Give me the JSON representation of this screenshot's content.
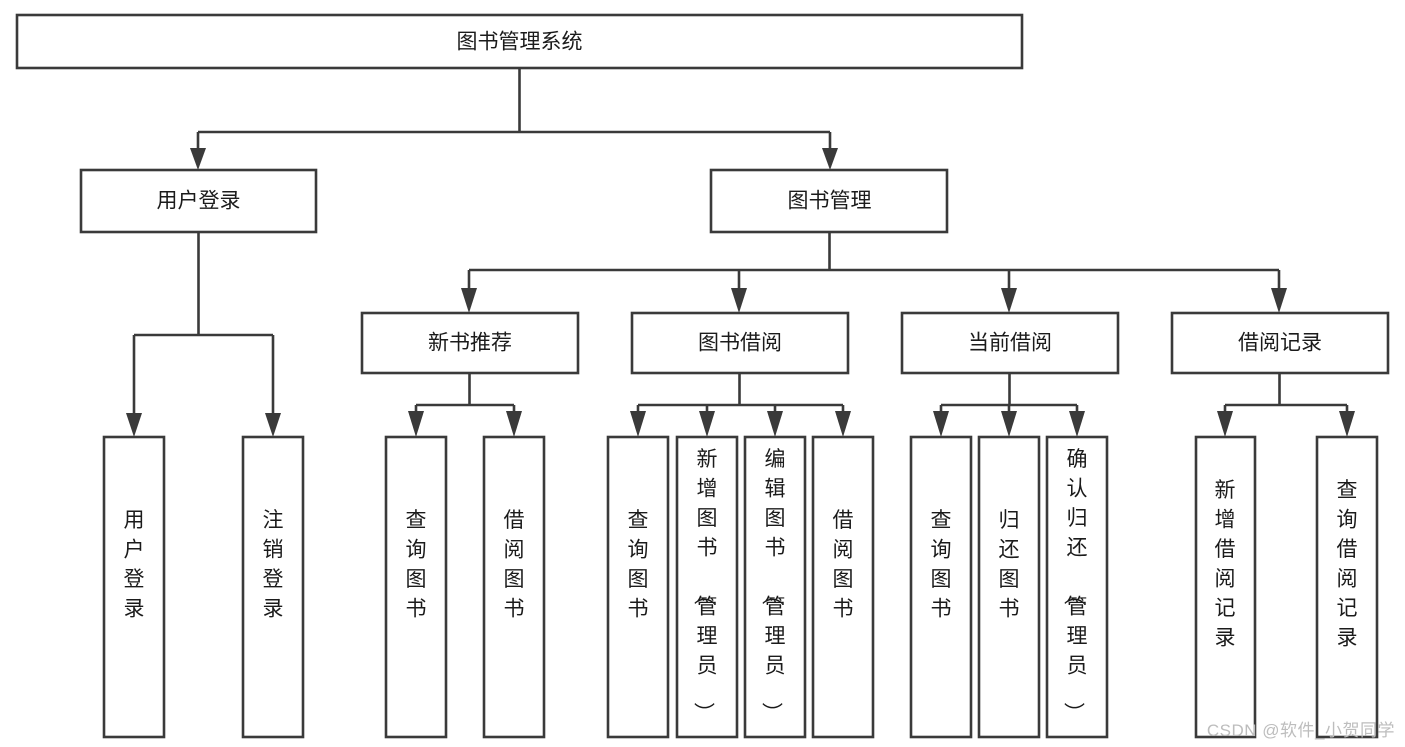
{
  "diagram": {
    "type": "tree-hierarchy-chart",
    "title": "图书管理系统",
    "orientation": "top-down",
    "colors": {
      "box_stroke": "#3a3a3a",
      "box_fill": "#ffffff",
      "connector": "#3a3a3a",
      "text": "#1b1b1b",
      "watermark": "#bdbdbd",
      "background": "#ffffff"
    },
    "nodes": {
      "root": {
        "label": "图书管理系统"
      },
      "level1": [
        {
          "id": "user-login",
          "label": "用户登录"
        },
        {
          "id": "book-manage",
          "label": "图书管理"
        }
      ],
      "level2": [
        {
          "id": "new-book-recommend",
          "label": "新书推荐",
          "parent": "book-manage"
        },
        {
          "id": "book-borrow",
          "label": "图书借阅",
          "parent": "book-manage"
        },
        {
          "id": "current-borrow",
          "label": "当前借阅",
          "parent": "book-manage"
        },
        {
          "id": "borrow-record",
          "label": "借阅记录",
          "parent": "book-manage"
        }
      ],
      "leaves": {
        "user-login": [
          {
            "id": "leaf-user-login",
            "label": "用户登录"
          },
          {
            "id": "leaf-user-logout",
            "label": "注销登录"
          }
        ],
        "new-book-recommend": [
          {
            "id": "leaf-query-book-1",
            "label": "查询图书"
          },
          {
            "id": "leaf-borrow-book-1",
            "label": "借阅图书"
          }
        ],
        "book-borrow": [
          {
            "id": "leaf-query-book-2",
            "label": "查询图书"
          },
          {
            "id": "leaf-add-book",
            "label": "新增图书（管理员）"
          },
          {
            "id": "leaf-edit-book",
            "label": "编辑图书（管理员）"
          },
          {
            "id": "leaf-borrow-book-2",
            "label": "借阅图书"
          }
        ],
        "current-borrow": [
          {
            "id": "leaf-query-book-3",
            "label": "查询图书"
          },
          {
            "id": "leaf-return-book",
            "label": "归还图书"
          },
          {
            "id": "leaf-confirm-return",
            "label": "确认归还（管理员）"
          }
        ],
        "borrow-record": [
          {
            "id": "leaf-add-record",
            "label": "新增借阅记录"
          },
          {
            "id": "leaf-query-record",
            "label": "查询借阅记录"
          }
        ]
      }
    },
    "watermark": "CSDN @软件_小贺同学"
  }
}
